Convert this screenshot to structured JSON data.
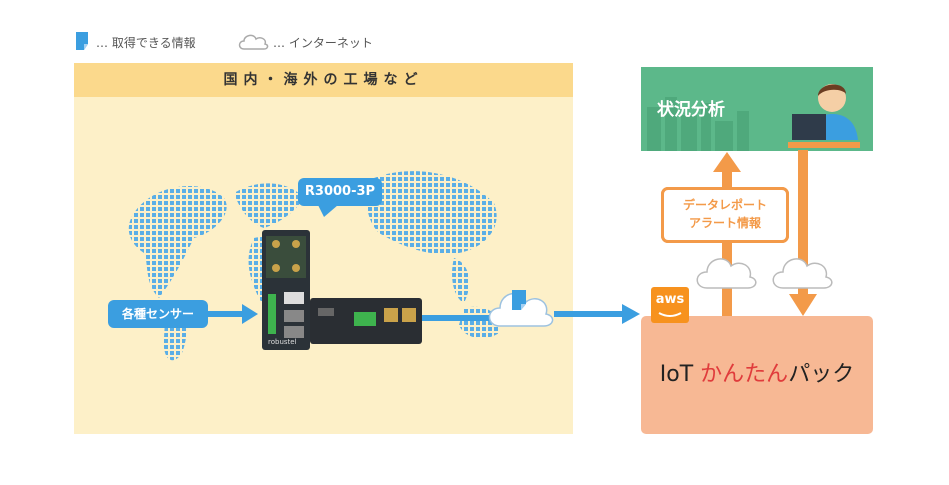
{
  "legend": {
    "data_label": "… 取得できる情報",
    "cloud_label": "… インターネット"
  },
  "factory": {
    "title": "国内・海外の工場など",
    "router_label": "R3000-3P",
    "sensor_label": "各種センサー",
    "router_brand": "robustel"
  },
  "analysis": {
    "title": "状況分析"
  },
  "report": {
    "line1": "データレポート",
    "line2": "アラート情報"
  },
  "aws": {
    "label": "aws"
  },
  "iot": {
    "prefix": "IoT ",
    "highlight": "かんたん",
    "suffix": "パック",
    "highlight_color": "#e03c3c"
  },
  "colors": {
    "blue": "#3b9ee0",
    "orange": "#f39a49",
    "green": "#5cb88a",
    "peach": "#f7b894",
    "factory_bg": "#fdf0c8",
    "factory_header": "#fbd98c"
  }
}
